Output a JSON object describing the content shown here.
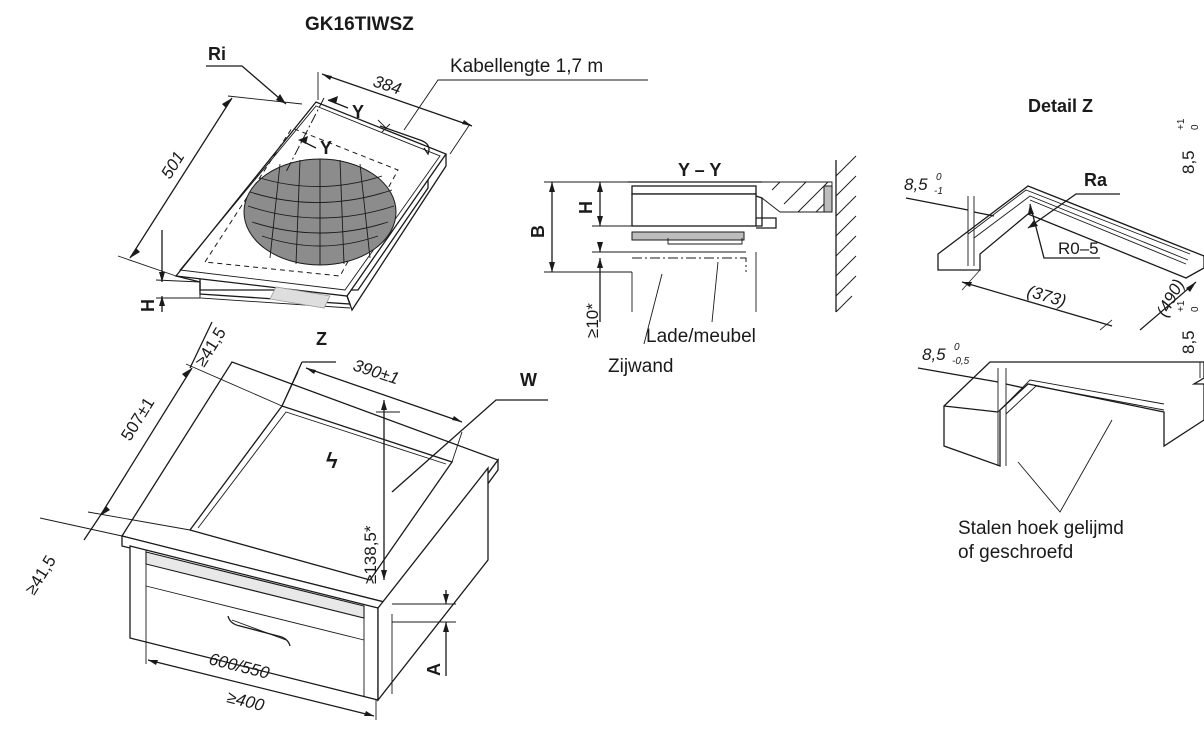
{
  "model": "GK16TIWSZ",
  "top_view": {
    "ri_label": "Ri",
    "width_dim": "384",
    "depth_dim": "501",
    "cable_label": "Kabellengte 1,7 m",
    "section_marker_1": "Y",
    "section_marker_2": "Y",
    "height_label": "H"
  },
  "cutout_view": {
    "z_label": "Z",
    "w_label": "W",
    "width_dim": "390±1",
    "depth_dim": "507±1",
    "margin_back": "≥41,5",
    "margin_front": "≥41,5",
    "clearance": "≥138,5*",
    "cabinet_width": "600/550",
    "min_width": "≥400",
    "a_label": "A",
    "power_symbol": "ϟ"
  },
  "section_yy": {
    "title": "Y – Y",
    "b_label": "B",
    "h_label": "H",
    "gap_label": "≥10*",
    "drawer_label": "Lade/meubel",
    "side_label": "Zijwand"
  },
  "detail_z": {
    "title": "Detail Z",
    "ra_label": "Ra",
    "dim_top": "8,5",
    "tol_top_a": "0",
    "tol_top_b": "-1",
    "dim_right": "8,5",
    "tol_right_a": "+1",
    "tol_right_b": "0",
    "radius_label": "R0–5",
    "dim_373": "(373)",
    "dim_490": "(490)",
    "dim_lower": "8,5",
    "tol_lower_a": "0",
    "tol_lower_b": "-0,5",
    "dim_lower_right": "8,5",
    "tol_lower_right_a": "+1",
    "tol_lower_right_b": "0",
    "note_line1": "Stalen hoek gelijmd",
    "note_line2": "of geschroefd"
  }
}
